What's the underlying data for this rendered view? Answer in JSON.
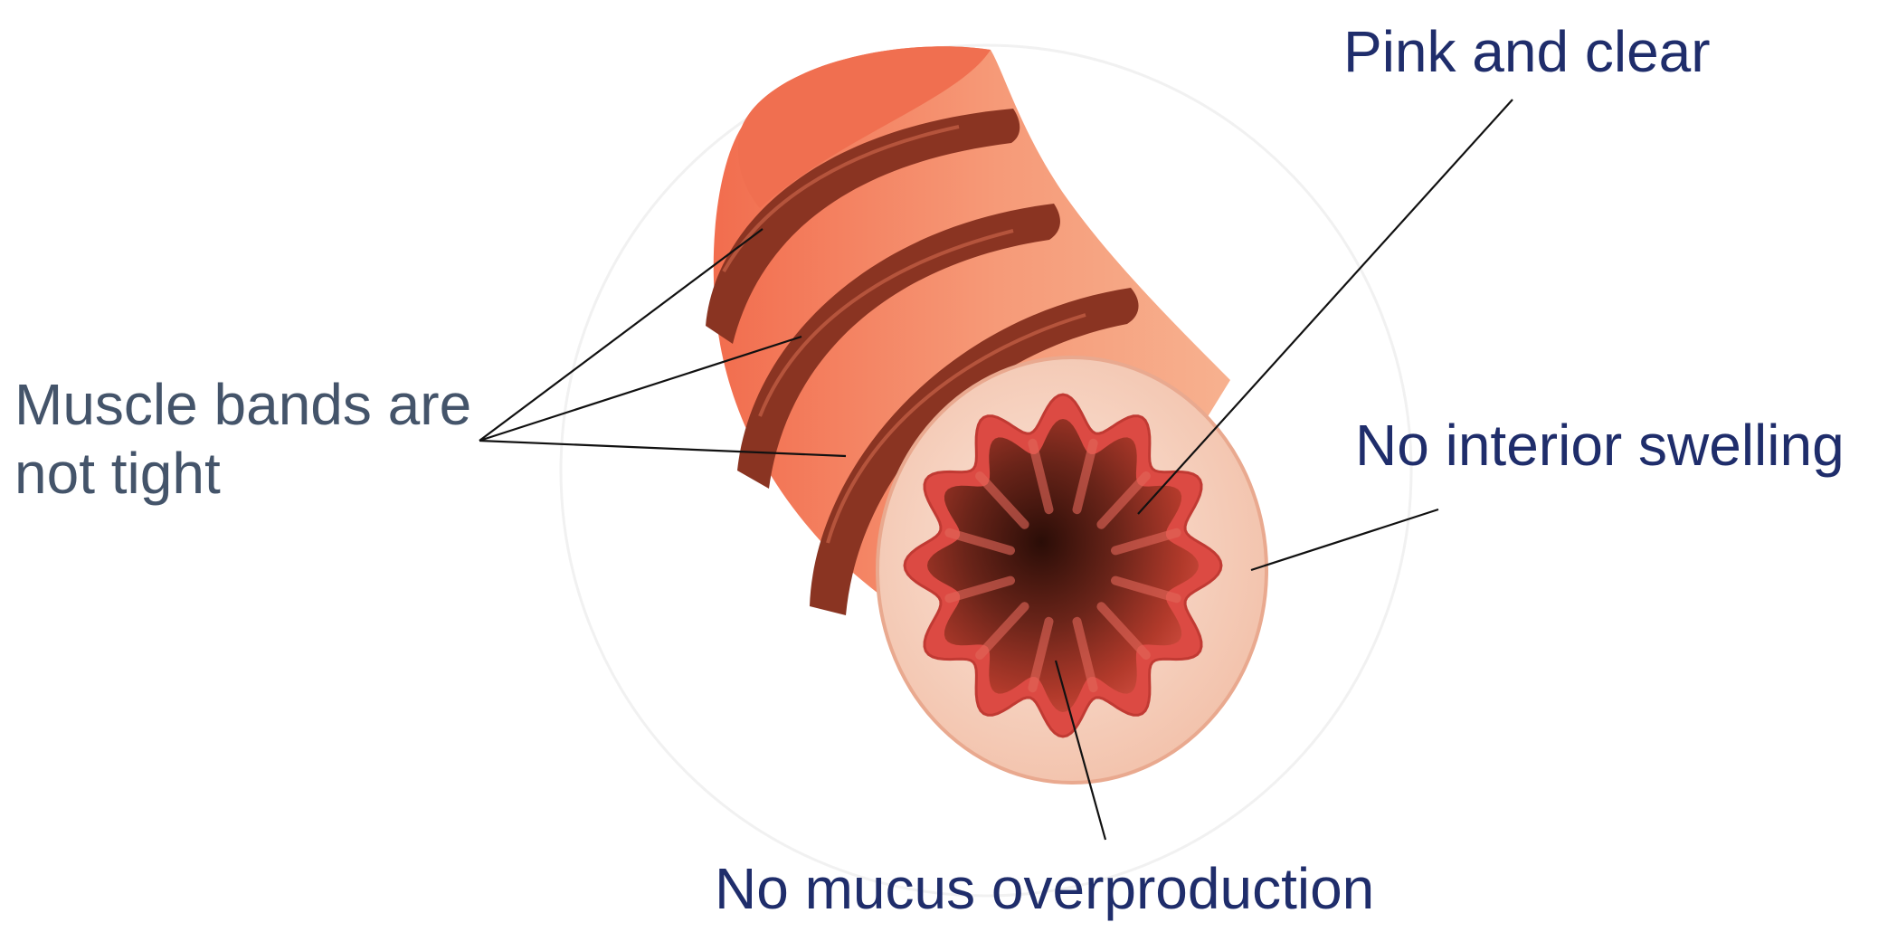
{
  "labels": {
    "muscle_line1": "Muscle bands are",
    "muscle_line2": "not tight",
    "pink": "Pink and clear",
    "swelling": "No interior swelling",
    "mucus": "No mucus overproduction"
  },
  "colors": {
    "label_muscle": "#44546a",
    "label_callout": "#1f2d6b",
    "leader_line": "#111111",
    "tube_outer": "#f47b5c",
    "tube_light": "#f8ab88",
    "muscle_band": "#8a3422",
    "cross_section_outer": "#f6d3c0",
    "lining": "#dc4a43",
    "lumen": "#3a140d"
  }
}
